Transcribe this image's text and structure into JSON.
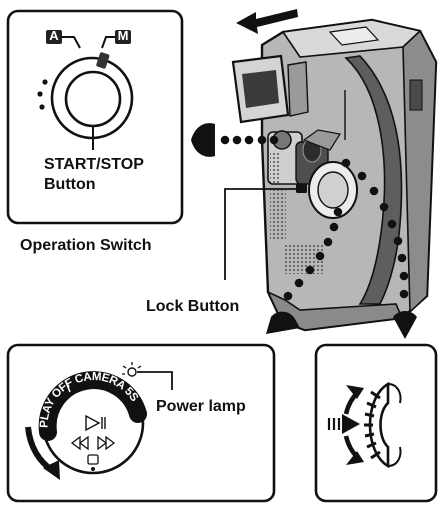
{
  "panels": {
    "operation": {
      "mode_auto_letter": "A",
      "mode_manual_letter": "M",
      "button_label_line1": "START/STOP",
      "button_label_line2": "Button",
      "caption": "Operation Switch"
    },
    "lock": {
      "label": "Lock Button"
    },
    "power": {
      "dial_positions": [
        "PLAY",
        "OFF",
        "CAMERA",
        "5S"
      ],
      "lamp_label": "Power lamp"
    },
    "zoom": {}
  },
  "icons": [
    "movement-arrow-icon",
    "play-pause-icon",
    "rewind-icon",
    "fast-forward-icon",
    "tape-icon",
    "lamp-icon",
    "rotation-arrow-icon",
    "push-arrow-icon"
  ],
  "colors": {
    "ink": "#111111",
    "body_gray": "#b7b7b7",
    "dark_gray": "#4a4a4a",
    "paper": "#ffffff"
  }
}
